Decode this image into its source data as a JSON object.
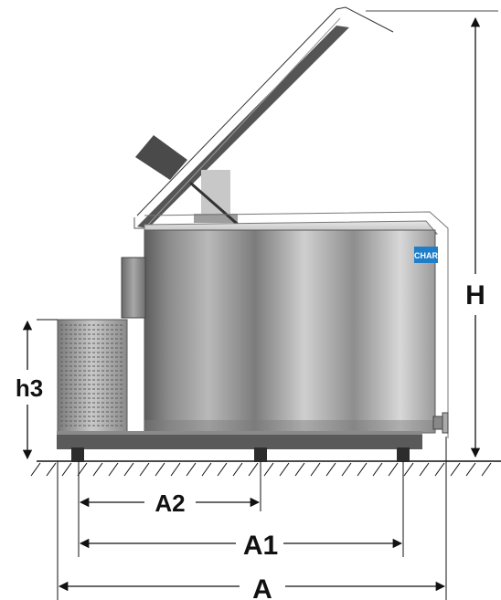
{
  "diagram": {
    "brand": "CHAR",
    "dimensions": {
      "A": "A",
      "A1": "A1",
      "A2": "A2",
      "H": "H",
      "h3": "h3"
    }
  },
  "colors": {
    "steel_dark": "#6e6e6e",
    "steel_light": "#d4d4d4",
    "base": "#5a5a5a",
    "brand_badge": "#1e7ec8",
    "line": "#111111"
  }
}
